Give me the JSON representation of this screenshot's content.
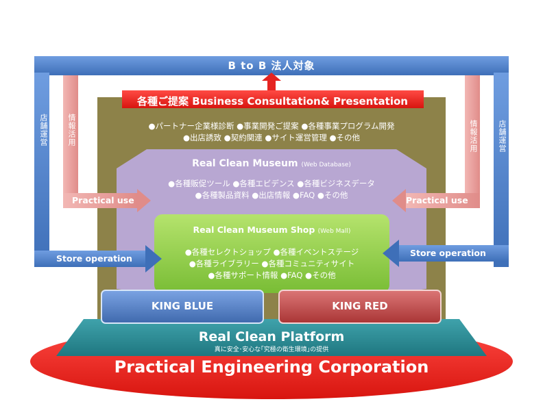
{
  "top_bar": {
    "label": "B to B  法人対象"
  },
  "business_banner": {
    "label": "各種ご提案  Business Consultation& Presentation"
  },
  "business_items": {
    "line1": "●パートナー企業様診断  ●事業開発ご提案  ●各種事業プログラム開発",
    "line2": "●出店誘致  ●契約関連  ●サイト運営管理  ●その他"
  },
  "museum": {
    "title": "Real Clean Museum",
    "subtitle": "(Web Database)",
    "line1": "●各種販促ツール  ●各種エビデンス  ●各種ビジネスデータ",
    "line2": "●各種製品資料  ●出店情報  ●FAQ  ●その他"
  },
  "shop": {
    "title": "Real Clean Museum Shop",
    "subtitle": "(Web Mall)",
    "line1": "●各種セレクトショップ  ●各種イベントステージ",
    "line2": "●各種ライブラリー  ●各種コミュニティサイト",
    "line3": "●各種サポート情報  ●FAQ  ●その他"
  },
  "side_labels": {
    "store_operation_vertical": "店舗運営",
    "info_use_vertical": "情報活用"
  },
  "arrows": {
    "practical_use": "Practical use",
    "store_operation": "Store operation"
  },
  "kings": {
    "blue": "KING BLUE",
    "red": "KING RED"
  },
  "platform": {
    "title": "Real Clean Platform",
    "subtitle": "真に安全･安心な｢究極の衛生環境｣の提供"
  },
  "corporation": {
    "name": "Practical Engineering Corporation"
  },
  "colors": {
    "blue_frame": "#4a7fc8",
    "pink_frame": "#e69a9a",
    "olive_box": "#8d8249",
    "purple_box": "#b8a7d2",
    "green_box": "#8fce4a",
    "red_banner": "#e52421",
    "teal_platform": "#2f8f97",
    "king_blue": "#4f7bc1",
    "king_red": "#c44a4a"
  }
}
